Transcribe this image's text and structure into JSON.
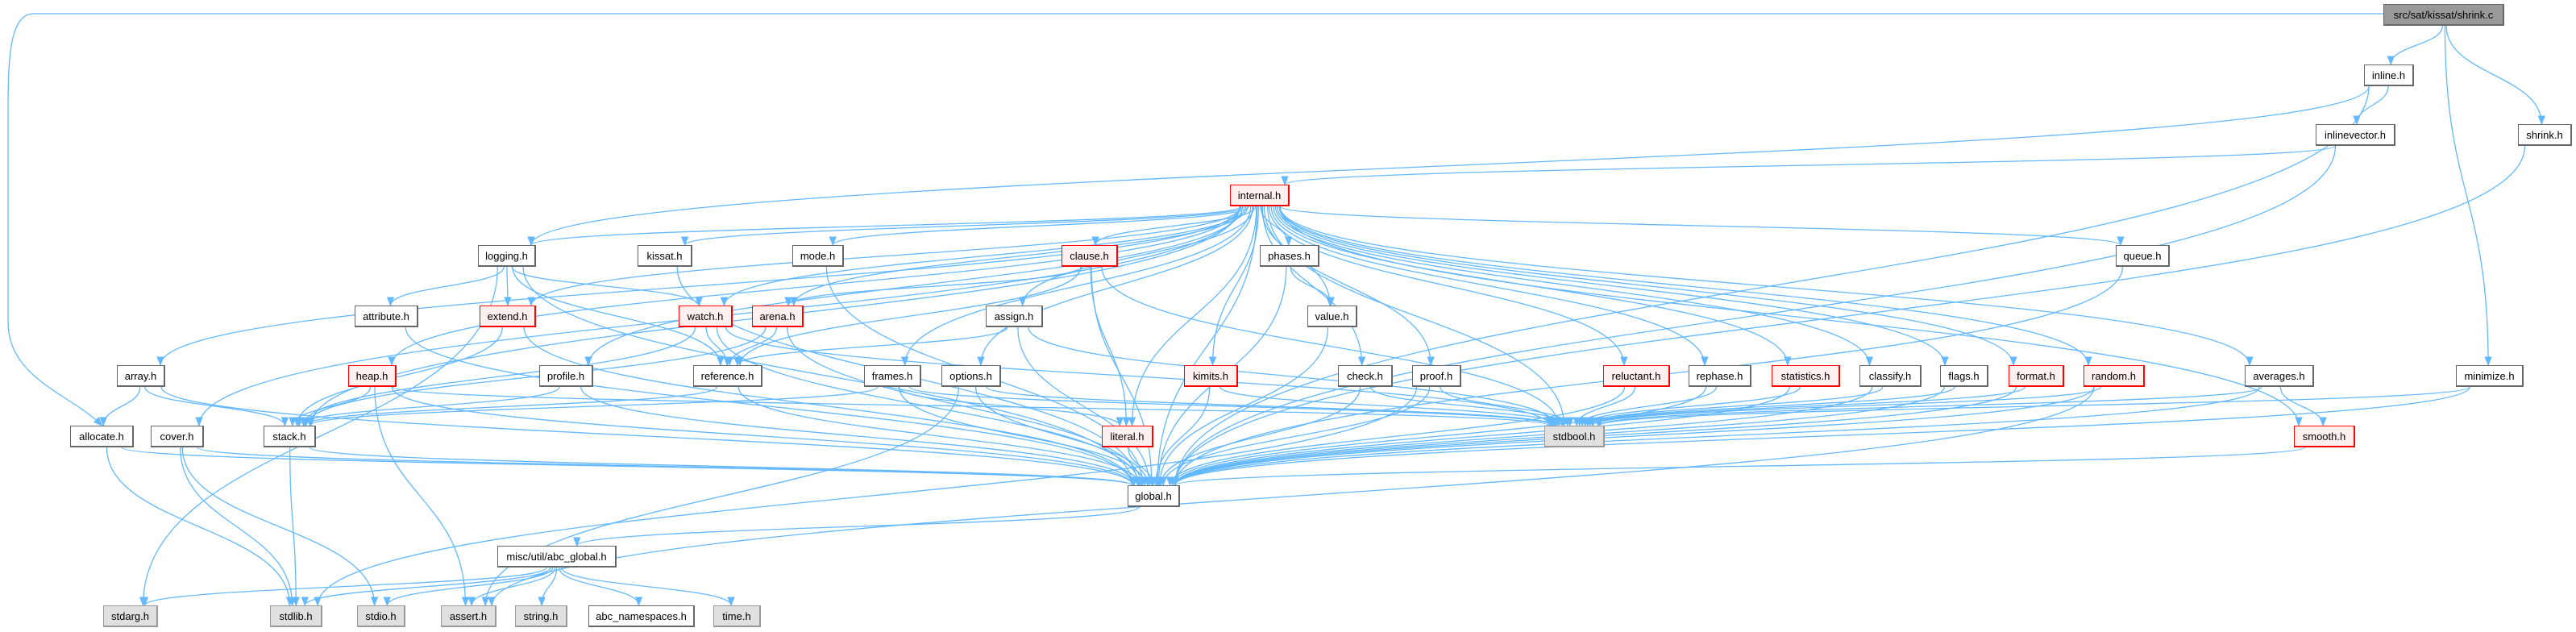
{
  "graph": {
    "title": "src/sat/kissat/shrink.c",
    "colors": {
      "edge": "#63b8ff",
      "red_border": "#ff0000",
      "red_fill": "#fff0f0",
      "system_fill": "#e0e0e0",
      "root_fill": "#999999"
    },
    "nodes": [
      {
        "id": "shrink_c",
        "label": "src/sat/kissat/shrink.c",
        "kind": "root"
      },
      {
        "id": "inline",
        "label": "inline.h",
        "kind": "normal"
      },
      {
        "id": "inlinevector",
        "label": "inlinevector.h",
        "kind": "normal"
      },
      {
        "id": "shrink_h",
        "label": "shrink.h",
        "kind": "normal"
      },
      {
        "id": "internal",
        "label": "internal.h",
        "kind": "red"
      },
      {
        "id": "logging",
        "label": "logging.h",
        "kind": "normal"
      },
      {
        "id": "kissat",
        "label": "kissat.h",
        "kind": "normal"
      },
      {
        "id": "mode",
        "label": "mode.h",
        "kind": "normal"
      },
      {
        "id": "clause",
        "label": "clause.h",
        "kind": "red"
      },
      {
        "id": "phases",
        "label": "phases.h",
        "kind": "normal"
      },
      {
        "id": "queue",
        "label": "queue.h",
        "kind": "normal"
      },
      {
        "id": "attribute",
        "label": "attribute.h",
        "kind": "normal"
      },
      {
        "id": "extend",
        "label": "extend.h",
        "kind": "red"
      },
      {
        "id": "watch",
        "label": "watch.h",
        "kind": "red"
      },
      {
        "id": "arena",
        "label": "arena.h",
        "kind": "red"
      },
      {
        "id": "assign",
        "label": "assign.h",
        "kind": "normal"
      },
      {
        "id": "value",
        "label": "value.h",
        "kind": "normal"
      },
      {
        "id": "array",
        "label": "array.h",
        "kind": "normal"
      },
      {
        "id": "heap",
        "label": "heap.h",
        "kind": "red"
      },
      {
        "id": "profile",
        "label": "profile.h",
        "kind": "normal"
      },
      {
        "id": "reference",
        "label": "reference.h",
        "kind": "normal"
      },
      {
        "id": "frames",
        "label": "frames.h",
        "kind": "normal"
      },
      {
        "id": "options",
        "label": "options.h",
        "kind": "normal"
      },
      {
        "id": "kimits",
        "label": "kimits.h",
        "kind": "red"
      },
      {
        "id": "check",
        "label": "check.h",
        "kind": "normal"
      },
      {
        "id": "proof",
        "label": "proof.h",
        "kind": "normal"
      },
      {
        "id": "reluctant",
        "label": "reluctant.h",
        "kind": "red"
      },
      {
        "id": "rephase",
        "label": "rephase.h",
        "kind": "normal"
      },
      {
        "id": "statistics",
        "label": "statistics.h",
        "kind": "red"
      },
      {
        "id": "classify",
        "label": "classify.h",
        "kind": "normal"
      },
      {
        "id": "flags",
        "label": "flags.h",
        "kind": "normal"
      },
      {
        "id": "format",
        "label": "format.h",
        "kind": "red"
      },
      {
        "id": "random",
        "label": "random.h",
        "kind": "red"
      },
      {
        "id": "averages",
        "label": "averages.h",
        "kind": "normal"
      },
      {
        "id": "minimize",
        "label": "minimize.h",
        "kind": "normal"
      },
      {
        "id": "allocate",
        "label": "allocate.h",
        "kind": "normal"
      },
      {
        "id": "cover",
        "label": "cover.h",
        "kind": "normal"
      },
      {
        "id": "stack",
        "label": "stack.h",
        "kind": "normal"
      },
      {
        "id": "literal",
        "label": "literal.h",
        "kind": "red"
      },
      {
        "id": "stdbool",
        "label": "stdbool.h",
        "kind": "sys"
      },
      {
        "id": "smooth",
        "label": "smooth.h",
        "kind": "red"
      },
      {
        "id": "global",
        "label": "global.h",
        "kind": "normal"
      },
      {
        "id": "abc_global",
        "label": "misc/util/abc_global.h",
        "kind": "normal"
      },
      {
        "id": "stdarg",
        "label": "stdarg.h",
        "kind": "sys"
      },
      {
        "id": "stdlib",
        "label": "stdlib.h",
        "kind": "sys"
      },
      {
        "id": "stdio",
        "label": "stdio.h",
        "kind": "sys"
      },
      {
        "id": "assert",
        "label": "assert.h",
        "kind": "sys"
      },
      {
        "id": "string",
        "label": "string.h",
        "kind": "sys"
      },
      {
        "id": "abc_namespaces",
        "label": "abc_namespaces.h",
        "kind": "normal"
      },
      {
        "id": "time",
        "label": "time.h",
        "kind": "sys"
      }
    ],
    "edges": [
      [
        "shrink_c",
        "allocate"
      ],
      [
        "shrink_c",
        "inline"
      ],
      [
        "shrink_c",
        "minimize"
      ],
      [
        "shrink_c",
        "shrink_h"
      ],
      [
        "inline",
        "logging"
      ],
      [
        "inline",
        "inlinevector"
      ],
      [
        "inline",
        "global"
      ],
      [
        "inlinevector",
        "internal"
      ],
      [
        "inlinevector",
        "global"
      ],
      [
        "shrink_h",
        "global"
      ],
      [
        "internal",
        "arena"
      ],
      [
        "internal",
        "array"
      ],
      [
        "internal",
        "assign"
      ],
      [
        "internal",
        "averages"
      ],
      [
        "internal",
        "check"
      ],
      [
        "internal",
        "classify"
      ],
      [
        "internal",
        "clause"
      ],
      [
        "internal",
        "cover"
      ],
      [
        "internal",
        "extend"
      ],
      [
        "internal",
        "flags"
      ],
      [
        "internal",
        "format"
      ],
      [
        "internal",
        "frames"
      ],
      [
        "internal",
        "heap"
      ],
      [
        "internal",
        "kimits"
      ],
      [
        "internal",
        "kissat"
      ],
      [
        "internal",
        "literal"
      ],
      [
        "internal",
        "logging"
      ],
      [
        "internal",
        "mode"
      ],
      [
        "internal",
        "options"
      ],
      [
        "internal",
        "phases"
      ],
      [
        "internal",
        "profile"
      ],
      [
        "internal",
        "proof"
      ],
      [
        "internal",
        "queue"
      ],
      [
        "internal",
        "random"
      ],
      [
        "internal",
        "reluctant"
      ],
      [
        "internal",
        "rephase"
      ],
      [
        "internal",
        "smooth"
      ],
      [
        "internal",
        "stack"
      ],
      [
        "internal",
        "statistics"
      ],
      [
        "internal",
        "value"
      ],
      [
        "internal",
        "watch"
      ],
      [
        "internal",
        "global"
      ],
      [
        "internal",
        "stdbool"
      ],
      [
        "logging",
        "attribute"
      ],
      [
        "logging",
        "extend"
      ],
      [
        "logging",
        "watch"
      ],
      [
        "logging",
        "reference"
      ],
      [
        "logging",
        "global"
      ],
      [
        "logging",
        "stdarg"
      ],
      [
        "kissat",
        "global"
      ],
      [
        "mode",
        "global"
      ],
      [
        "clause",
        "arena"
      ],
      [
        "clause",
        "literal"
      ],
      [
        "clause",
        "reference"
      ],
      [
        "clause",
        "global"
      ],
      [
        "clause",
        "stdbool"
      ],
      [
        "phases",
        "value"
      ],
      [
        "phases",
        "global"
      ],
      [
        "queue",
        "global"
      ],
      [
        "attribute",
        "global"
      ],
      [
        "extend",
        "stack"
      ],
      [
        "extend",
        "global"
      ],
      [
        "watch",
        "reference"
      ],
      [
        "watch",
        "stack"
      ],
      [
        "watch",
        "global"
      ],
      [
        "watch",
        "stdbool"
      ],
      [
        "arena",
        "reference"
      ],
      [
        "arena",
        "stack"
      ],
      [
        "arena",
        "global"
      ],
      [
        "assign",
        "reference"
      ],
      [
        "assign",
        "global"
      ],
      [
        "assign",
        "stdbool"
      ],
      [
        "value",
        "global"
      ],
      [
        "array",
        "allocate"
      ],
      [
        "array",
        "stack"
      ],
      [
        "array",
        "global"
      ],
      [
        "heap",
        "stack"
      ],
      [
        "heap",
        "global"
      ],
      [
        "heap",
        "stdbool"
      ],
      [
        "heap",
        "assert"
      ],
      [
        "profile",
        "stack"
      ],
      [
        "profile",
        "global"
      ],
      [
        "reference",
        "stack"
      ],
      [
        "reference",
        "global"
      ],
      [
        "frames",
        "literal"
      ],
      [
        "frames",
        "stack"
      ],
      [
        "frames",
        "global"
      ],
      [
        "frames",
        "stdbool"
      ],
      [
        "options",
        "global"
      ],
      [
        "options",
        "stdbool"
      ],
      [
        "options",
        "assert"
      ],
      [
        "kimits",
        "global"
      ],
      [
        "kimits",
        "stdbool"
      ],
      [
        "check",
        "global"
      ],
      [
        "check",
        "stdbool"
      ],
      [
        "proof",
        "global"
      ],
      [
        "proof",
        "stdbool"
      ],
      [
        "proof",
        "stdlib"
      ],
      [
        "reluctant",
        "global"
      ],
      [
        "reluctant",
        "stdbool"
      ],
      [
        "rephase",
        "global"
      ],
      [
        "rephase",
        "stdbool"
      ],
      [
        "statistics",
        "global"
      ],
      [
        "statistics",
        "stdbool"
      ],
      [
        "classify",
        "global"
      ],
      [
        "classify",
        "stdbool"
      ],
      [
        "flags",
        "global"
      ],
      [
        "flags",
        "stdbool"
      ],
      [
        "format",
        "global"
      ],
      [
        "format",
        "stdbool"
      ],
      [
        "random",
        "global"
      ],
      [
        "random",
        "stdbool"
      ],
      [
        "random",
        "assert"
      ],
      [
        "averages",
        "smooth"
      ],
      [
        "averages",
        "global"
      ],
      [
        "averages",
        "stdbool"
      ],
      [
        "minimize",
        "global"
      ],
      [
        "minimize",
        "stdbool"
      ],
      [
        "smooth",
        "global"
      ],
      [
        "allocate",
        "global"
      ],
      [
        "allocate",
        "stdlib"
      ],
      [
        "cover",
        "global"
      ],
      [
        "cover",
        "stdlib"
      ],
      [
        "cover",
        "stdio"
      ],
      [
        "stack",
        "global"
      ],
      [
        "stack",
        "stdlib"
      ],
      [
        "literal",
        "global"
      ],
      [
        "global",
        "abc_global"
      ],
      [
        "abc_global",
        "stdarg"
      ],
      [
        "abc_global",
        "stdlib"
      ],
      [
        "abc_global",
        "stdio"
      ],
      [
        "abc_global",
        "assert"
      ],
      [
        "abc_global",
        "string"
      ],
      [
        "abc_global",
        "abc_namespaces"
      ],
      [
        "abc_global",
        "time"
      ]
    ]
  }
}
